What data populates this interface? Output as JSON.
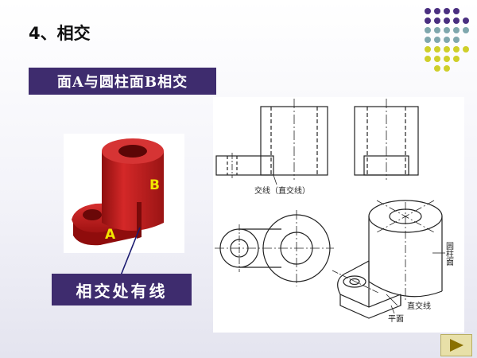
{
  "slide": {
    "title": "4、相交",
    "banner": "面A与圆柱面B相交",
    "caption": "相交处有线"
  },
  "render3d": {
    "label_a": "A",
    "label_b": "B",
    "color_body": "#c81e1e",
    "color_label": "#f2e600"
  },
  "drawing": {
    "label_intersection": "交线（直交线）",
    "label_cylinder": "圆柱面",
    "label_straight": "直交线",
    "label_plane": "平面"
  },
  "colors": {
    "banner_bg": "#3e2c6e",
    "dot_purple": "#4a2f80",
    "dot_teal": "#7fa7ad",
    "dot_yellow": "#cfcf2a",
    "nav_arrow": "#8a7000"
  },
  "icons": {
    "nav": "play-triangle-icon"
  }
}
